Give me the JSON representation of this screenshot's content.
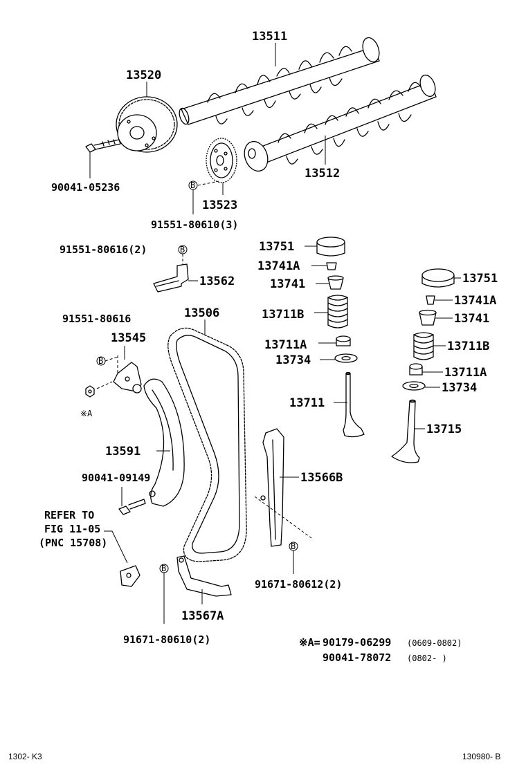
{
  "parts": {
    "p13511": "13511",
    "p13520": "13520",
    "p90041_05236": "90041-05236",
    "p13512": "13512",
    "p13523": "13523",
    "p91551_80610": "91551-80610(3)",
    "p91551_80616_2": "91551-80616(2)",
    "p13562": "13562",
    "p13751_a": "13751",
    "p13741A_a": "13741A",
    "p13741_a": "13741",
    "p13711B_a": "13711B",
    "p13711A_a": "13711A",
    "p13734_a": "13734",
    "p13711": "13711",
    "p13751_b": "13751",
    "p13741A_b": "13741A",
    "p13741_b": "13741",
    "p13711B_b": "13711B",
    "p13711A_b": "13711A",
    "p13734_b": "13734",
    "p13715": "13715",
    "p91551_80616": "91551-80616",
    "p13545": "13545",
    "p13506": "13506",
    "note_A": "※A",
    "p13591": "13591",
    "p90041_09149": "90041-09149",
    "p13566B": "13566B",
    "refer_line1": "REFER TO",
    "refer_line2": "FIG 11-05",
    "refer_line3": "(PNC 15708)",
    "p91671_80612": "91671-80612(2)",
    "p13567A": "13567A",
    "p91671_80610": "91671-80610(2)"
  },
  "footnote": {
    "prefix": "※A=",
    "line1_part": "90179-06299",
    "line1_range": "(0609-0802)",
    "line2_part": "90041-78072",
    "line2_range": "(0802-        )"
  },
  "bolt_marker": "B",
  "corner": {
    "left": "1302- K3",
    "right": "130980- B"
  }
}
